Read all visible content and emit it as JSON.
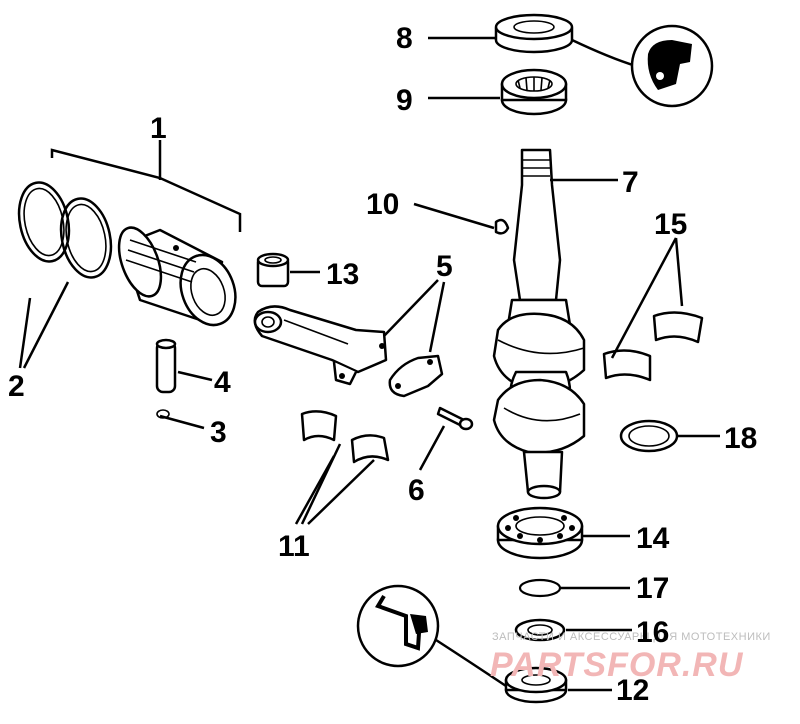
{
  "callouts": {
    "c1": "1",
    "c2": "2",
    "c3": "3",
    "c4": "4",
    "c5": "5",
    "c6": "6",
    "c7": "7",
    "c8": "8",
    "c9": "9",
    "c10": "10",
    "c11": "11",
    "c12": "12",
    "c13": "13",
    "c14": "14",
    "c15": "15",
    "c16": "16",
    "c17": "17",
    "c18": "18"
  },
  "watermark": {
    "tagline": "ЗАПЧАСТИ И АКСЕССУАРЫ ДЛЯ МОТОТЕХНИКИ",
    "brand": "PARTSFOR.RU",
    "color": "#f2b6b6"
  }
}
